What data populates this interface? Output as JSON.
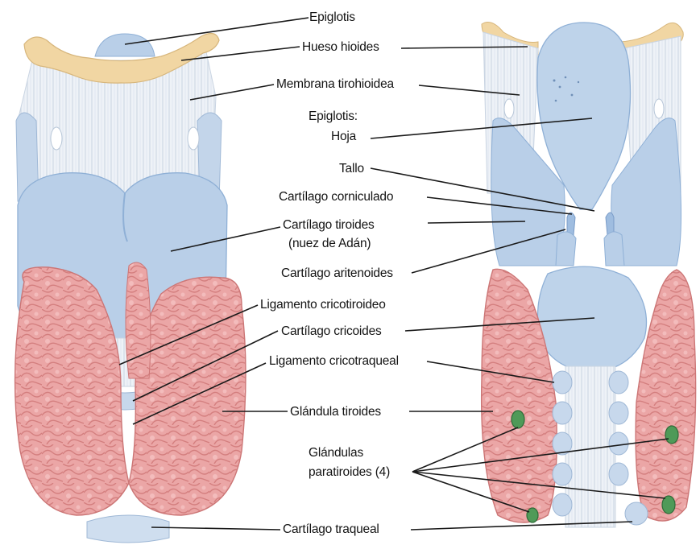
{
  "labels": {
    "epiglotis": "Epiglotis",
    "hueso_hioides": "Hueso hioides",
    "membrana_tirohioidea": "Membrana tirohioidea",
    "epiglotis_hoja_1": "Epiglotis:",
    "epiglotis_hoja_2": "Hoja",
    "tallo": "Tallo",
    "cartilago_corniculado": "Cartílago corniculado",
    "cartilago_tiroides_1": "Cartílago tiroides",
    "cartilago_tiroides_2": "(nuez de Adán)",
    "cartilago_aritenoides": "Cartílago aritenoides",
    "ligamento_cricotiroideo": "Ligamento cricotiroideo",
    "cartilago_cricoides": "Cartílago cricoides",
    "ligamento_cricotraqueal": "Ligamento cricotraqueal",
    "glandula_tiroides": "Glándula tiroides",
    "glandulas_paratiroides_1": "Glándulas",
    "glandulas_paratiroides_2": "paratiroides (4)",
    "cartilago_traqueal": "Cartílago traqueal"
  },
  "colors": {
    "cartilage": "#b9cfe8",
    "cartilage_dark": "#8fb0d6",
    "bone": "#f1d6a3",
    "membrane": "#e8eef5",
    "thyroid": "#eaa3a3",
    "thyroid_dark": "#d98484",
    "parathyroid": "#4f9a58"
  }
}
